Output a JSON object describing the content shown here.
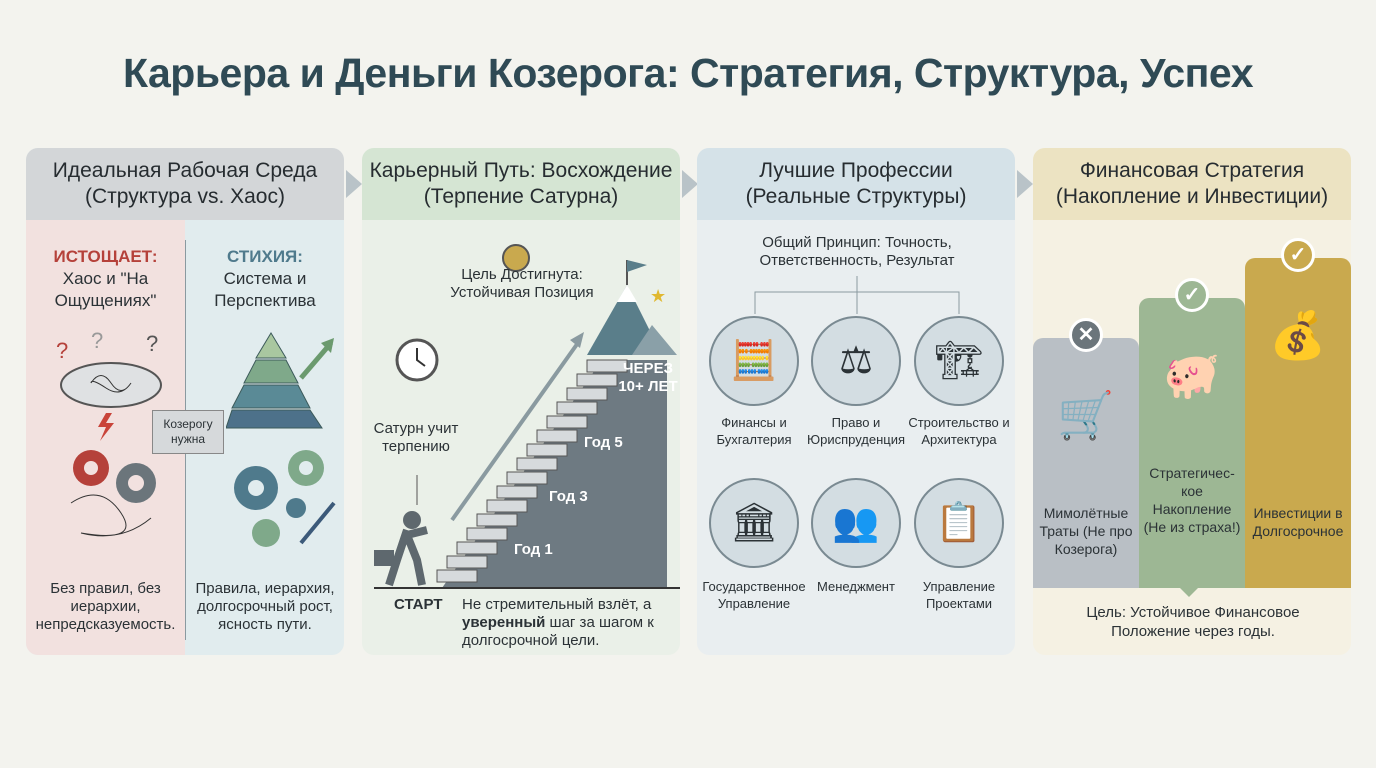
{
  "title": "Карьера и Деньги Козерога: Стратегия, Структура, Успех",
  "colors": {
    "title": "#2f4a55",
    "drain": "#b5413a",
    "element": "#4f7a8c",
    "bars": [
      "#b9bfc5",
      "#9db794",
      "#c9a94e"
    ]
  },
  "panels": [
    {
      "title": "Идеальная Рабочая Среда",
      "subtitle": "(Структура vs. Хаос)",
      "left": {
        "heading": "ИСТОЩАЕТ:",
        "text": "Хаос и \"На Ощущениях\"",
        "caption": "Без правил, без иерархии, непредсказуемость."
      },
      "right": {
        "heading": "СТИХИЯ:",
        "text": "Система и Перспектива",
        "caption": "Правила, иерархия, долгосрочный рост, ясность пути."
      },
      "arrow_label": "Козерогу нужна"
    },
    {
      "title": "Карьерный Путь: Восхождение",
      "subtitle": "(Терпение Сатурна)",
      "goal": "Цель Достигнута: Устойчивая Позиция",
      "saturn": "Сатурн учит терпению",
      "milestones": [
        "Год 1",
        "Год 3",
        "Год 5",
        "ЧЕРЕЗ 10+ ЛЕТ"
      ],
      "start": "СТАРТ",
      "caption_pre": "Не стремительный взлёт, а",
      "caption_bold": "уверенный",
      "caption_post": "шаг за шагом к долгосрочной цели."
    },
    {
      "title": "Лучшие Профессии",
      "subtitle": "(Реальные Структуры)",
      "principle": "Общий Принцип: Точность, Ответственность, Результат",
      "professions": [
        {
          "label": "Финансы и Бухгалтерия",
          "icon": "calculator-icon",
          "glyph": "🧮"
        },
        {
          "label": "Право и Юриспруденция",
          "icon": "gavel-icon",
          "glyph": "⚖"
        },
        {
          "label": "Строительство и Архитектура",
          "icon": "crane-icon",
          "glyph": "🏗"
        },
        {
          "label": "Государственное Управление",
          "icon": "government-building-icon",
          "glyph": "🏛"
        },
        {
          "label": "Менеджмент",
          "icon": "team-meeting-icon",
          "glyph": "👥"
        },
        {
          "label": "Управление Проектами",
          "icon": "gantt-chart-icon",
          "glyph": "📋"
        }
      ]
    },
    {
      "title": "Финансовая Стратегия",
      "subtitle": "(Накопление и Инвестиции)",
      "bars": [
        {
          "label": "Мимолётные Траты (Не про Козерога)",
          "status": "✕",
          "icon": "shopping-cart-icon",
          "glyph": "🛒"
        },
        {
          "label": "Стратегичес-кое Накопление (Не из страха!)",
          "status": "✓",
          "icon": "piggy-bank-icon",
          "glyph": "🐖"
        },
        {
          "label": "Инвестиции в Долгосрочное",
          "status": "✓",
          "icon": "safe-icon",
          "glyph": "💰"
        }
      ],
      "goal": "Цель: Устойчивое Финансовое Положение через годы."
    }
  ]
}
